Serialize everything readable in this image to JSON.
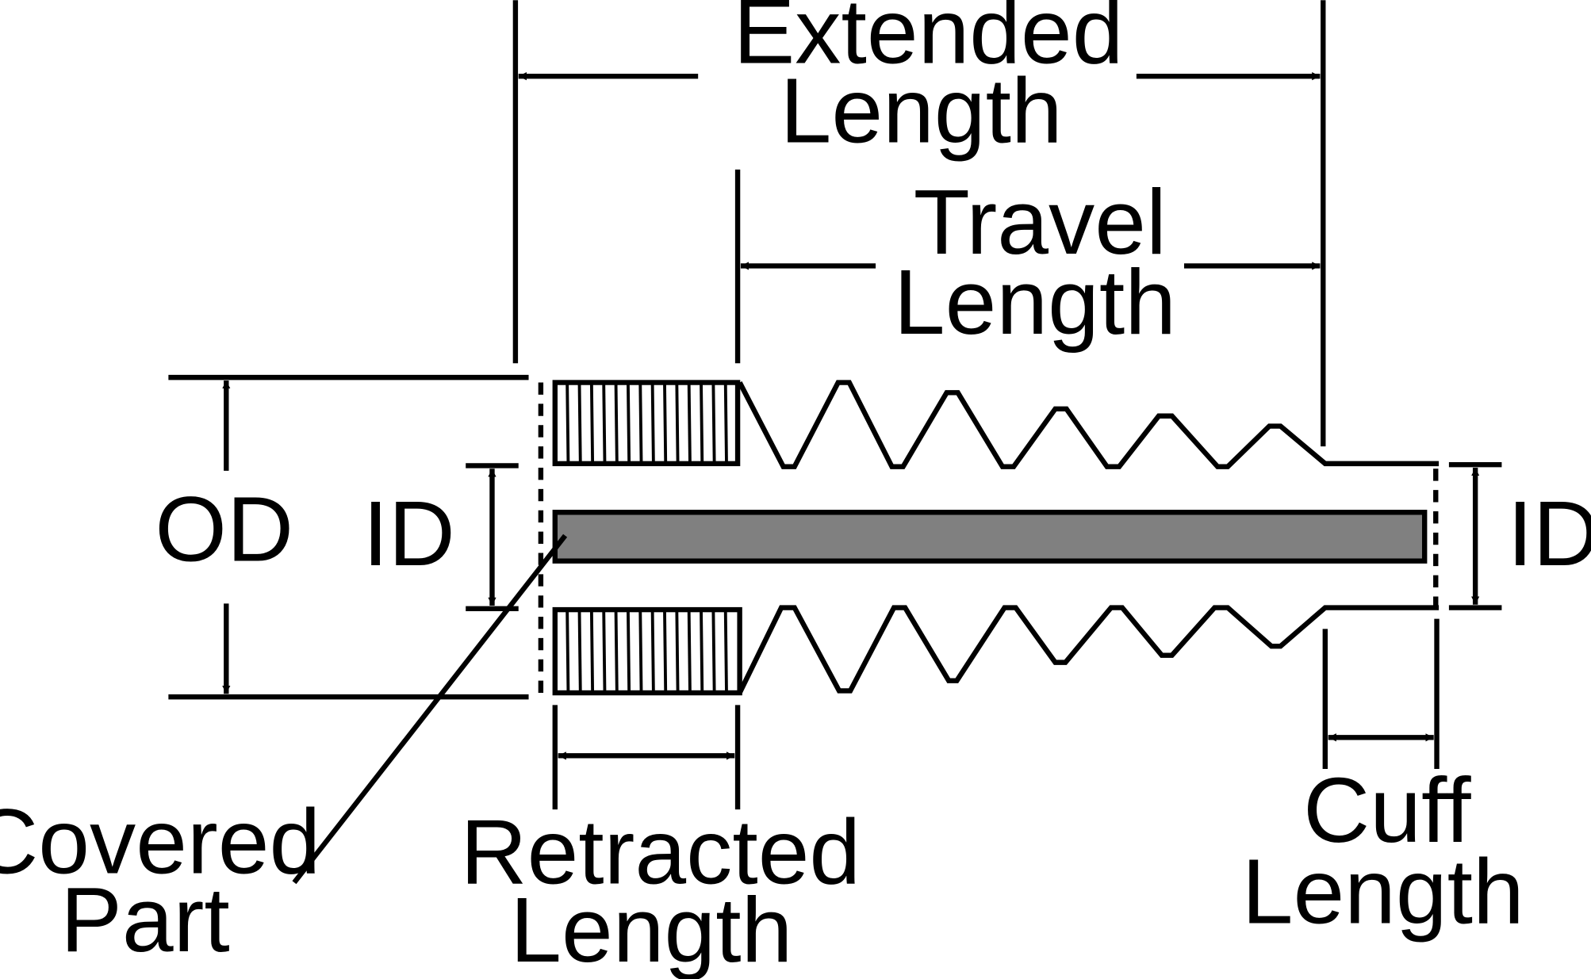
{
  "labels": {
    "extended_1": "Extended",
    "extended_2": "Length",
    "travel_1": "Travel",
    "travel_2": "Length",
    "od": "OD",
    "id_left": "ID",
    "id_right": "ID",
    "covered_1": "Covered",
    "covered_2": "Part",
    "retracted_1": "Retracted",
    "retracted_2": "Length",
    "cuff_1": "Cuff",
    "cuff_2": "Length"
  },
  "colors": {
    "line": "#000000",
    "rod_fill": "#808080",
    "background": "#ffffff"
  }
}
